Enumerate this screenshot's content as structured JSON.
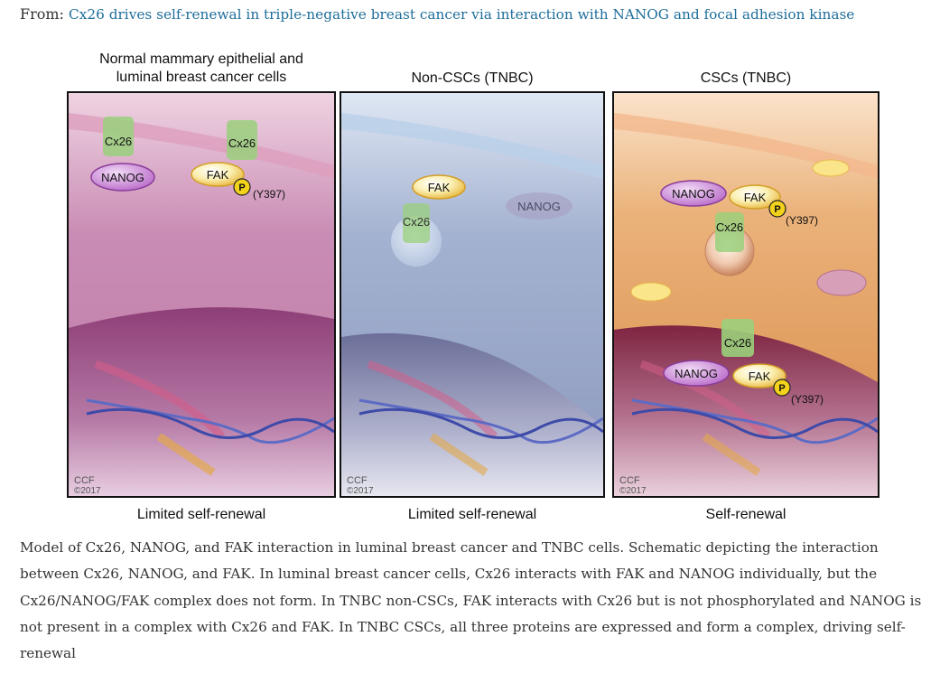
{
  "header": {
    "from_label": "From:",
    "article_title": "Cx26 drives self-renewal in triple-negative breast cancer via interaction with NANOG and focal adhesion kinase"
  },
  "panels": [
    {
      "title_line1": "Normal mammary epithelial and",
      "title_line2": "luminal breast cancer cells",
      "caption": "Limited self-renewal",
      "labels": {
        "cx26": "Cx26",
        "cx26_b": "Cx26",
        "nanog": "NANOG",
        "fak": "FAK",
        "p": "P",
        "site": "(Y397)"
      },
      "watermark_1": "CCF",
      "watermark_2": "©2017"
    },
    {
      "title_line1": "Non-CSCs (TNBC)",
      "caption": "Limited self-renewal",
      "labels": {
        "cx26": "Cx26",
        "nanog": "NANOG",
        "fak": "FAK"
      },
      "watermark_1": "CCF",
      "watermark_2": "©2017"
    },
    {
      "title_line1": "CSCs (TNBC)",
      "caption": "Self-renewal",
      "labels": {
        "cx26": "Cx26",
        "cx26_b": "Cx26",
        "nanog": "NANOG",
        "nanog_b": "NANOG",
        "fak": "FAK",
        "fak_b": "FAK",
        "p": "P",
        "p_b": "P",
        "site": "(Y397)",
        "site_b": "(Y397)"
      },
      "watermark_1": "CCF",
      "watermark_2": "©2017"
    }
  ],
  "figure_caption": "Model of Cx26, NANOG, and FAK interaction in luminal breast cancer and TNBC cells. Schematic depicting the interaction between Cx26, NANOG, and FAK. In luminal breast cancer cells, Cx26 interacts with FAK and NANOG individually, but the Cx26/NANOG/FAK complex does not form. In TNBC non-CSCs, FAK interacts with Cx26 but is not phosphorylated and NANOG is not present in a complex with Cx26 and FAK. In TNBC CSCs, all three proteins are expressed and form a complex, driving self-renewal",
  "colors": {
    "link": "#1f6e9b",
    "panel1_cytoplasm": "#c78fb4",
    "panel2_cytoplasm": "#9aa7c9",
    "panel3_cytoplasm": "#e3a562",
    "nanog_fill": "#c98ad6",
    "fak_fill": "#f7e07a",
    "p_fill": "#f2d21a"
  }
}
